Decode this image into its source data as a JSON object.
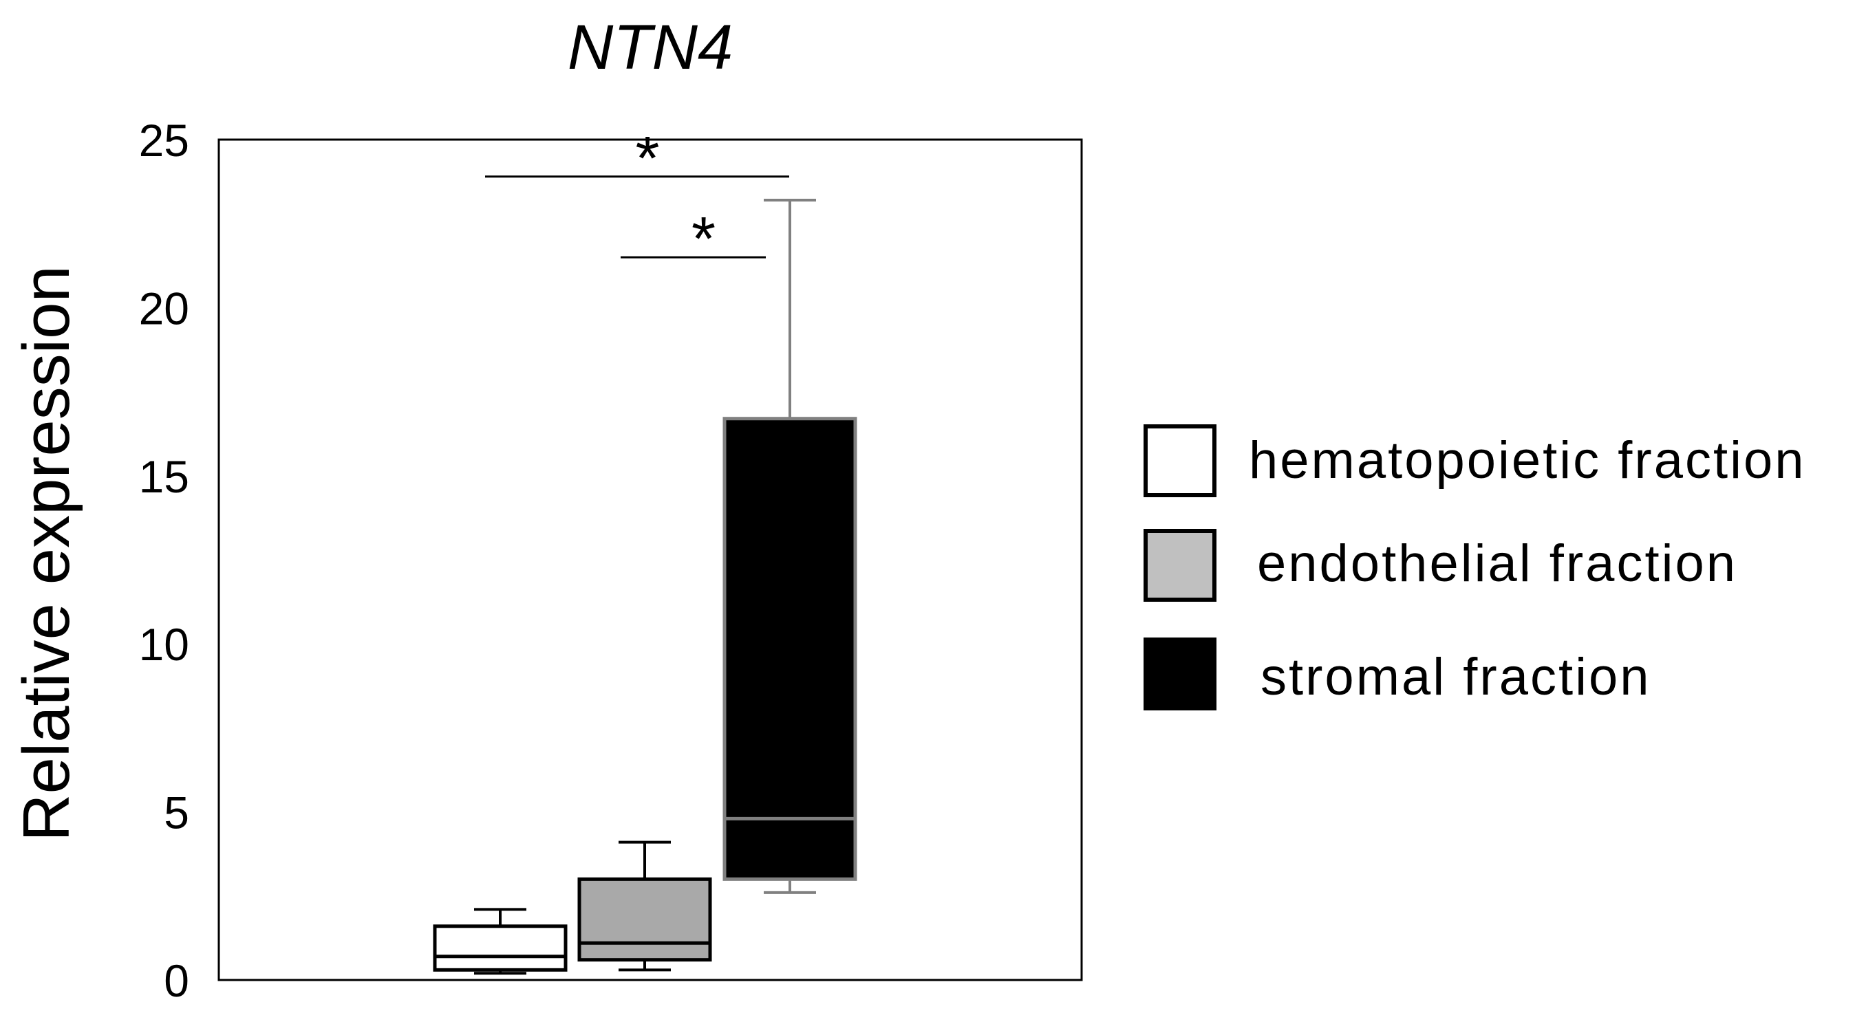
{
  "chart_data": {
    "type": "box",
    "title": "NTN4",
    "xlabel": "",
    "ylabel": "Relative expression",
    "ylim": [
      0,
      25
    ],
    "yticks": [
      "0",
      "5",
      "10",
      "15",
      "20",
      "25"
    ],
    "grid": false,
    "legend_position": "right",
    "series": [
      {
        "name": "hematopoietic fraction",
        "min": 0.2,
        "q1": 0.3,
        "median": 0.7,
        "q3": 1.6,
        "max": 2.1,
        "fill": "#ffffff",
        "stroke": "#000000",
        "median_color": "#000000"
      },
      {
        "name": "endothelial fraction",
        "min": 0.3,
        "q1": 0.6,
        "median": 1.1,
        "q3": 3.0,
        "max": 4.1,
        "fill": "#a9a9a9",
        "stroke": "#000000",
        "median_color": "#000000"
      },
      {
        "name": "stromal fraction",
        "min": 2.6,
        "q1": 3.0,
        "median": 4.8,
        "q3": 16.7,
        "max": 23.2,
        "fill": "#000000",
        "stroke": "#808080",
        "median_color": "#808080"
      }
    ],
    "significance": [
      {
        "from": 0,
        "to": 2,
        "y": 23.9,
        "label": "*"
      },
      {
        "from": 1,
        "to": 2,
        "y": 21.5,
        "label": "*"
      }
    ],
    "legend_swatches": [
      "#ffffff",
      "#c0c0c0",
      "#000000"
    ]
  }
}
